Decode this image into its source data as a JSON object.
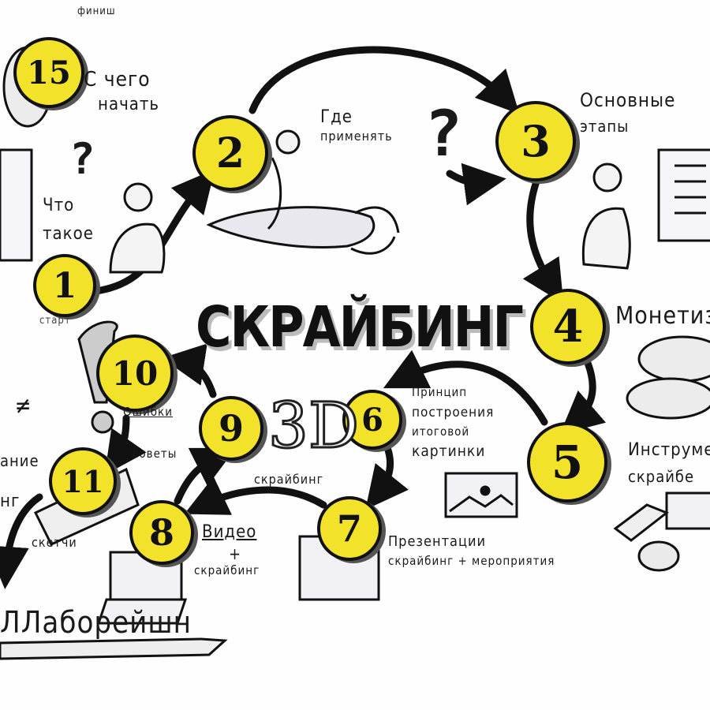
{
  "colors": {
    "accent": "#f3e22a",
    "ink": "#111111"
  },
  "title": "СКРАЙБИНГ",
  "steps": [
    {
      "n": "15",
      "label": [
        "С чего",
        "начать"
      ],
      "note": "финиш"
    },
    {
      "n": "1",
      "label": [
        "Что",
        "такое"
      ],
      "note": "старт"
    },
    {
      "n": "2",
      "label": [
        "Где",
        "применять"
      ]
    },
    {
      "n": "3",
      "label": [
        "Основные",
        "этапы"
      ]
    },
    {
      "n": "4",
      "label": [
        "Монетиз"
      ]
    },
    {
      "n": "5",
      "label": [
        "Инструме",
        "скрайбе"
      ]
    },
    {
      "n": "6",
      "label": [
        "Принцип",
        "построения",
        "итоговой",
        "картинки"
      ]
    },
    {
      "n": "7",
      "label": [
        "Презентации",
        "скрайбинг + мероприятия"
      ]
    },
    {
      "n": "8",
      "label": [
        "Видео",
        "+",
        "скрайбинг"
      ]
    },
    {
      "n": "9",
      "label": [
        "3D",
        "скрайбинг"
      ]
    },
    {
      "n": "10",
      "label": [
        "Ошибки",
        "советы"
      ]
    },
    {
      "n": "11",
      "label": [
        "скетчи"
      ]
    }
  ],
  "fragments": {
    "left1": "ание",
    "left2": "нг",
    "bottom": "ЛЛаборейшн",
    "neq": "≠",
    "q": "?"
  },
  "icons": [
    "rocket-icon",
    "person-icon",
    "whiteboard-icon",
    "coins-icon",
    "picture-icon",
    "laptop-icon",
    "book-icon",
    "brain-icon",
    "exclamation-icon",
    "question-icon"
  ]
}
